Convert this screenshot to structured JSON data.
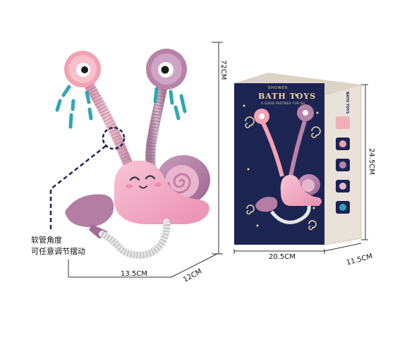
{
  "product": {
    "box_brand_small": "SHOWER",
    "box_title": "BATH TOYS",
    "box_tagline": "A GOOD PARTNER FOR BA",
    "box_side_title": "BATH TOYS"
  },
  "callout": {
    "line1": "软管角度",
    "line2": "可任意调节摆动"
  },
  "dimensions": {
    "toy_height": "72CM",
    "toy_width": "13.5CM",
    "toy_depth": "12CM",
    "box_height": "24.5CM",
    "box_width": "20.5CM",
    "box_depth": "11.5CM"
  },
  "colors": {
    "pink": "#f4a6c0",
    "purple": "#b783a8",
    "box_navy": "#1c2452",
    "box_side": "#e9e2d8",
    "water": "#2fa6b4"
  }
}
